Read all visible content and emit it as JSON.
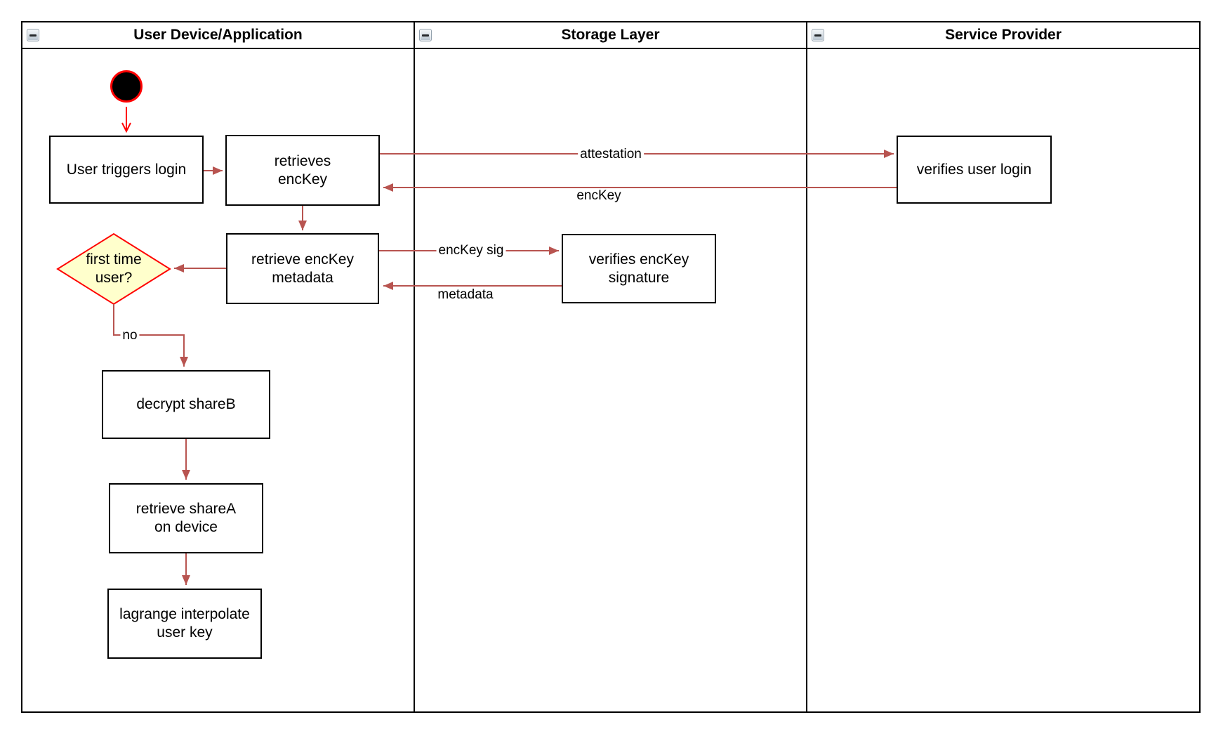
{
  "colors": {
    "arrow": "#B85450",
    "start-red": "#FF0202",
    "decision-fill": "#FFFFCC",
    "decision-border": "#FF0000",
    "node-border": "#000000",
    "node-fill": "#FFFFFF"
  },
  "lanes": [
    {
      "title": "User Device/Application"
    },
    {
      "title": "Storage Layer"
    },
    {
      "title": "Service Provider"
    }
  ],
  "nodes": {
    "user_triggers_login": "User triggers login",
    "retrieves_enckey": "retrieves\nencKey",
    "retrieve_enckey_metadata": "retrieve encKey\nmetadata",
    "first_time_user": "first time\nuser?",
    "decrypt_shareb": "decrypt shareB",
    "retrieve_sharea": "retrieve shareA\non device",
    "lagrange_interpolate": "lagrange interpolate\nuser key",
    "verifies_enckey_signature": "verifies encKey\nsignature",
    "verifies_user_login": "verifies user login"
  },
  "edge_labels": {
    "attestation": "attestation",
    "enckey": "encKey",
    "enckey_sig": "encKey sig",
    "metadata": "metadata",
    "no": "no"
  }
}
